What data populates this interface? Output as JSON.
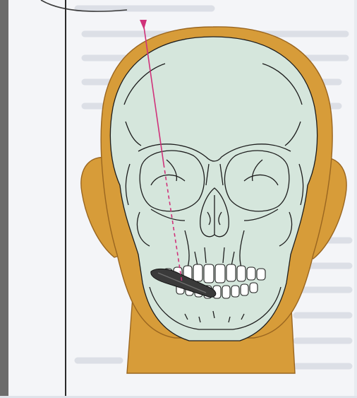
{
  "figure": {
    "colors": {
      "page_background": "#f4f5f8",
      "background_text_ghost": "#c9ced8",
      "head_skin": "#d79c39",
      "head_outline": "#9a6620",
      "skull_fill": "#d5e6dc",
      "skull_outline": "#1d1d1d",
      "teeth": "#ffffff",
      "dark_object": "#3a3a3a",
      "projection_line": "#d0327a",
      "frame_line": "#2a2a2a"
    },
    "parts": [
      "head-silhouette",
      "ears",
      "neck",
      "skull",
      "eye-orbits",
      "nasal-cavity",
      "teeth",
      "dark-object-in-mouth",
      "projection-line"
    ]
  }
}
